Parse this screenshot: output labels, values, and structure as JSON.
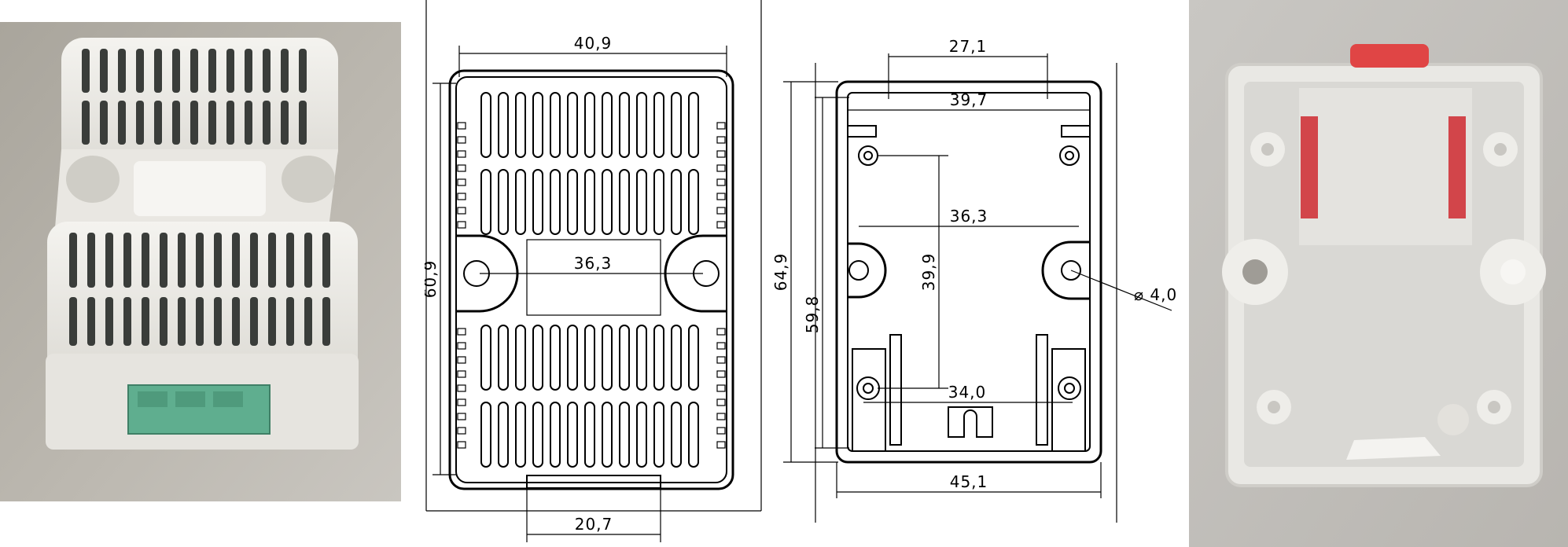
{
  "drawing_front": {
    "dim_width": "40,9",
    "dim_height": "60,9",
    "dim_center": "36,3",
    "dim_bottom": "20,7"
  },
  "drawing_back": {
    "dim_top": "27,1",
    "dim_inner_width": "39,7",
    "dim_holes": "36,3",
    "dim_vertical": "39,9",
    "dim_height_outer": "64,9",
    "dim_height_inner": "59,8",
    "dim_bottom_holes": "34,0",
    "dim_width_outer": "45,1",
    "dim_diameter": "⌀ 4,0"
  }
}
